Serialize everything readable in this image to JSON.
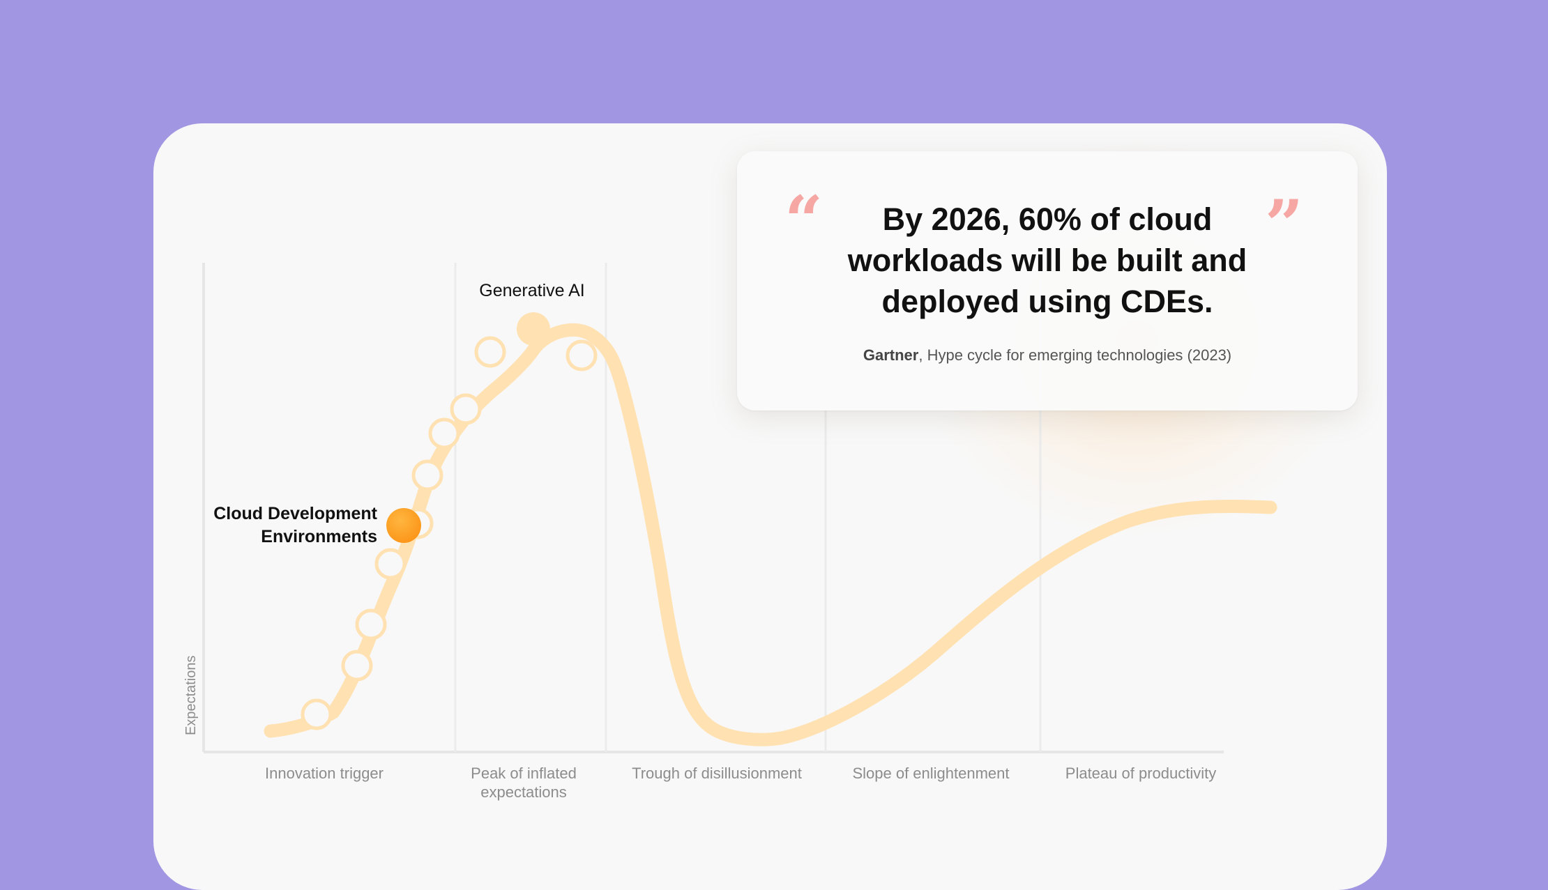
{
  "quote": {
    "open_mark": "“",
    "close_mark": "”",
    "text": "By 2026, 60% of cloud workloads will be built and deployed using CDEs.",
    "source_name": "Gartner",
    "source_rest": ", Hype cycle for emerging technologies (2023)"
  },
  "chart_data": {
    "type": "line",
    "title": "",
    "ylabel": "Expectations",
    "xlabel": "",
    "phases": [
      [
        "Innovation trigger"
      ],
      [
        "Peak of inflated",
        "expectations"
      ],
      [
        "Trough of disillusionment"
      ],
      [
        "Slope of enlightenment"
      ],
      [
        "Plateau of productivity"
      ]
    ],
    "markers": [
      {
        "label": [
          "Generative AI"
        ],
        "highlight": false
      },
      {
        "label": [
          "Cloud Development",
          "Environments"
        ],
        "highlight": true
      }
    ],
    "grid": true,
    "legend": "none"
  },
  "colors": {
    "background": "#a196e2",
    "card": "#f8f8f8",
    "curve": "#ffe1b2",
    "marker_highlight": "#fb9417",
    "quote_mark": "#f6a7a3",
    "axis_text": "#8c8c8c"
  }
}
